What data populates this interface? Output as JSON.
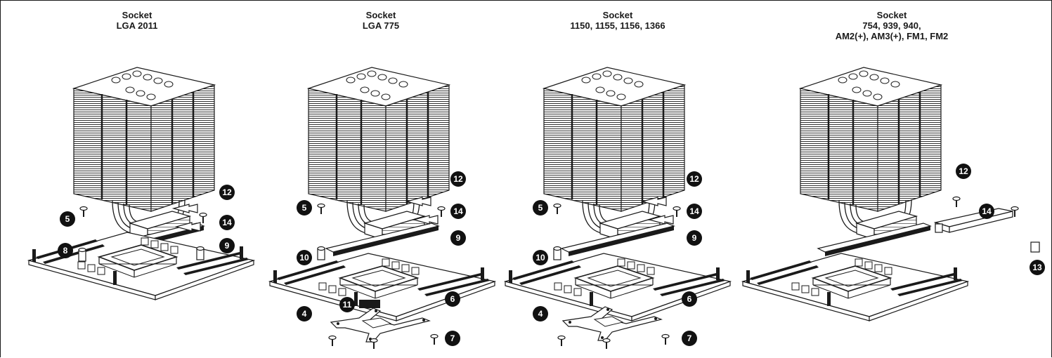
{
  "panels": [
    {
      "id": "lga2011",
      "title_lines": [
        "Socket",
        "LGA 2011"
      ],
      "callouts": [
        "5",
        "8",
        "9",
        "12",
        "14"
      ]
    },
    {
      "id": "lga775",
      "title_lines": [
        "Socket",
        "LGA 775"
      ],
      "callouts": [
        "4",
        "5",
        "6",
        "7",
        "9",
        "10",
        "11",
        "12",
        "14"
      ]
    },
    {
      "id": "lga115x",
      "title_lines": [
        "Socket",
        "1150, 1155, 1156, 1366"
      ],
      "callouts": [
        "4",
        "5",
        "6",
        "7",
        "9",
        "10",
        "12",
        "14"
      ]
    },
    {
      "id": "amd",
      "title_lines": [
        "Socket",
        "754, 939, 940,",
        "AM2(+), AM3(+), FM1, FM2"
      ],
      "callouts": [
        "12",
        "13",
        "14"
      ]
    }
  ],
  "colors": {
    "line": "#1a1a1a",
    "fill": "#ffffff",
    "callout": "#111111"
  }
}
